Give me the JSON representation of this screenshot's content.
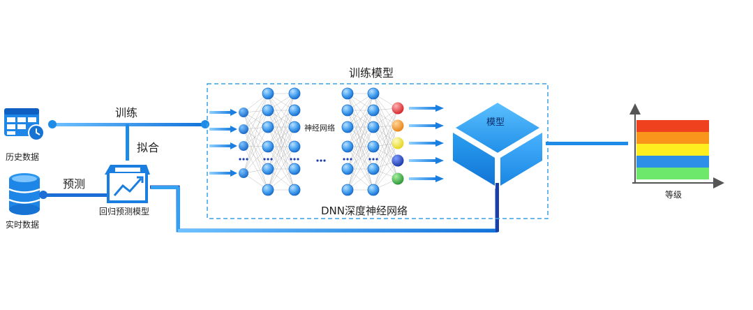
{
  "labels": {
    "history_data": "历史数据",
    "realtime_data": "实时数据",
    "train": "训练",
    "fit": "拟合",
    "predict": "预测",
    "regression_model": "回归预测模型",
    "train_model": "训练模型",
    "neural_net": "神经网络",
    "dnn_caption": "DNN深度神经网络",
    "model": "模型",
    "grade": "等级"
  },
  "colors": {
    "line_blue": "#1e8ce6",
    "dark_blue": "#1a3fa8",
    "node_blue": "#4aa3f0",
    "dashed_frame": "#3aa0e6"
  },
  "output_nodes": [
    "#e8262a",
    "#f39019",
    "#f5e81a",
    "#1d3fb8",
    "#2e9a3a"
  ],
  "grade_bands": [
    "#f0411e",
    "#f9951b",
    "#ffee1f",
    "#2d8fe8",
    "#6ee86b"
  ],
  "icons": [
    "table-clock-icon",
    "database-icon",
    "chart-box-icon",
    "cube-icon",
    "arrow-icon"
  ]
}
